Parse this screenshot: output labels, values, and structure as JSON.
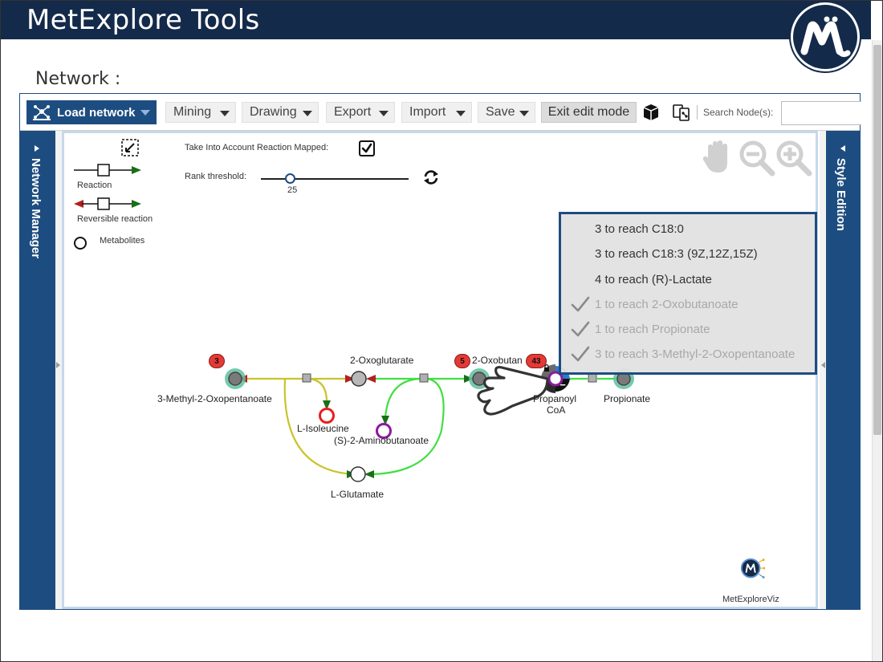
{
  "header": {
    "title": "MetExplore Tools"
  },
  "section": {
    "label": "Network :"
  },
  "toolbar": {
    "load_network": "Load network",
    "menus": [
      "Mining",
      "Drawing",
      "Export",
      "Import",
      "Save"
    ],
    "exit_edit": "Exit edit mode",
    "search_label": "Search Node(s):",
    "search_value": "",
    "search_placeholder": ""
  },
  "panels": {
    "left": "Network Manager",
    "right": "Style Edition"
  },
  "legend": {
    "reaction": "Reaction",
    "reversible": "Reversible reaction",
    "metabolites": "Metabolites"
  },
  "controls": {
    "mapped_label": "Take Into Account Reaction Mapped:",
    "mapped_checked": true,
    "rank_label": "Rank threshold:",
    "rank_value": "25"
  },
  "nodes": {
    "methyl_oxopentanoate": "3-Methyl-2-Oxopentanoate",
    "oxoglutarate": "2-Oxoglutarate",
    "oxobutanoate": "2-Oxobutan",
    "propanoyl_line1": "Propanoyl",
    "propanoyl_line2": "CoA",
    "propionate": "Propionate",
    "isoleucine": "L-Isoleucine",
    "aminobutanoate": "(S)-2-Aminobutanoate",
    "glutamate": "L-Glutamate"
  },
  "badges": {
    "methyl": "3",
    "oxobutanoate": "5",
    "propanoyl": "43"
  },
  "popup": {
    "items": [
      {
        "label": "3 to reach C18:0",
        "done": false
      },
      {
        "label": "3 to reach C18:3 (9Z,12Z,15Z)",
        "done": false
      },
      {
        "label": "4 to reach (R)-Lactate",
        "done": false
      },
      {
        "label": "1 to reach 2-Oxobutanoate",
        "done": true
      },
      {
        "label": "1 to reach Propionate",
        "done": true
      },
      {
        "label": "3 to reach 3-Methyl-2-Oxopentanoate",
        "done": true
      }
    ]
  },
  "footer_logo": {
    "label": "MetExploreViz"
  },
  "colors": {
    "header": "#142a4a",
    "panel": "#1d4d80",
    "yellow_edge": "#c9c42a",
    "green_edge": "#3fe03f",
    "isoleucine": "#e81e1e",
    "aminobutanoate": "#8b1a9b",
    "highlight": "#5fbfa0"
  }
}
